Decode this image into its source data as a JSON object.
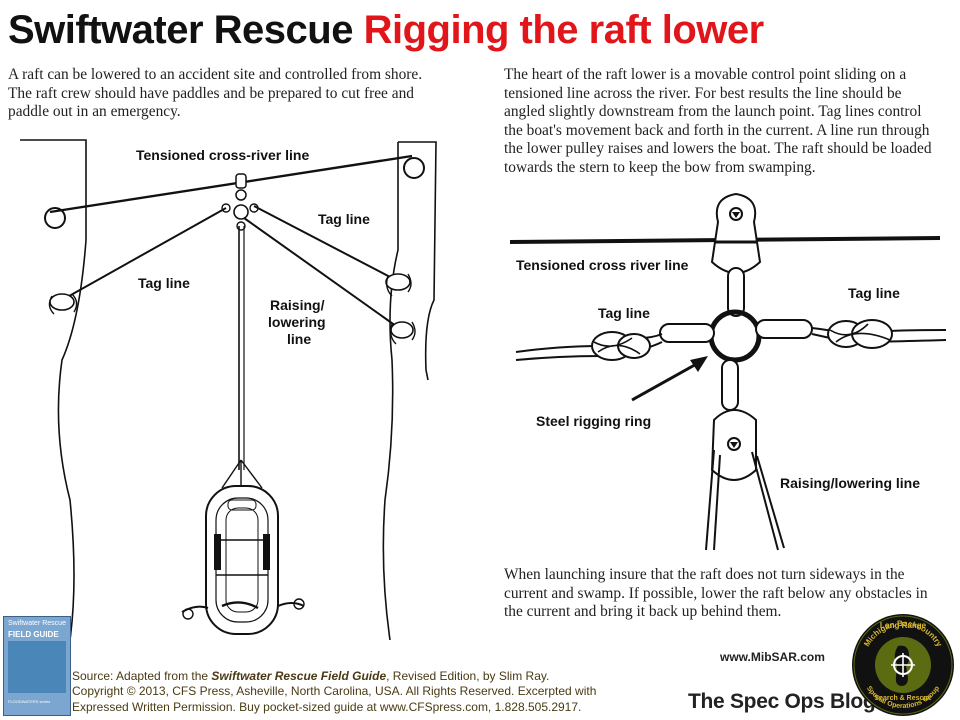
{
  "title": {
    "part1": "Swiftwater Rescue",
    "part2": "Rigging the raft lower"
  },
  "text": {
    "left": "A raft can be lowered to an accident site and controlled from shore. The raft crew should have paddles and be prepared to cut free and paddle out in an emergency.",
    "right": "The heart of the raft lower is a movable control point sliding on a tensioned line across the river. For best results the line should be angled slightly downstream from the launch point. Tag lines control the boat's movement back and forth in the current. A line run through the lower pulley raises and lowers the boat. The raft should be loaded towards the stern to keep the bow from swamping.",
    "bottom": "When launching insure that the raft does not turn sideways in the current and swamp. If possible, lower the raft below any obstacles in the current and bring it back up behind them."
  },
  "diagram_left": {
    "cross_line": "Tensioned cross-river line",
    "tag_line_left": "Tag line",
    "tag_line_right": "Tag line",
    "raising_1": "Raising/",
    "raising_2": "lowering",
    "raising_3": "line"
  },
  "diagram_right": {
    "cross_line": "Tensioned cross river line",
    "tag_line_left": "Tag line",
    "tag_line_right": "Tag line",
    "ring": "Steel rigging ring",
    "raising": "Raising/lowering line"
  },
  "footer": {
    "source_prefix": "Source: Adapted from the ",
    "source_book": "Swiftwater Rescue Field Guide",
    "source_rest": ", Revised Edition, by Slim Ray.",
    "line2": "Copyright © 2013, CFS Press, Asheville, North Carolina, USA. All Rights Reserved. Excerpted with",
    "line3": "Expressed Written Permission. Buy pocket-sized guide at www.CFSpress.com, 1.828.505.2917.",
    "site": "www.MibSAR.com",
    "blog": "The Spec Ops Blog"
  },
  "book_cover": {
    "line1": "Swiftwater Rescue",
    "line2": "FIELD GUIDE",
    "line3": "FLOODWATERS series"
  },
  "badge": {
    "top1": "Long Range",
    "top2": "Michigan Backcountry",
    "bottom1": "Search & Rescue",
    "bottom2": "Special Operations Group"
  },
  "colors": {
    "title_red": "#e0161b",
    "badge_black": "#111111",
    "badge_olive": "#5b6b12"
  }
}
